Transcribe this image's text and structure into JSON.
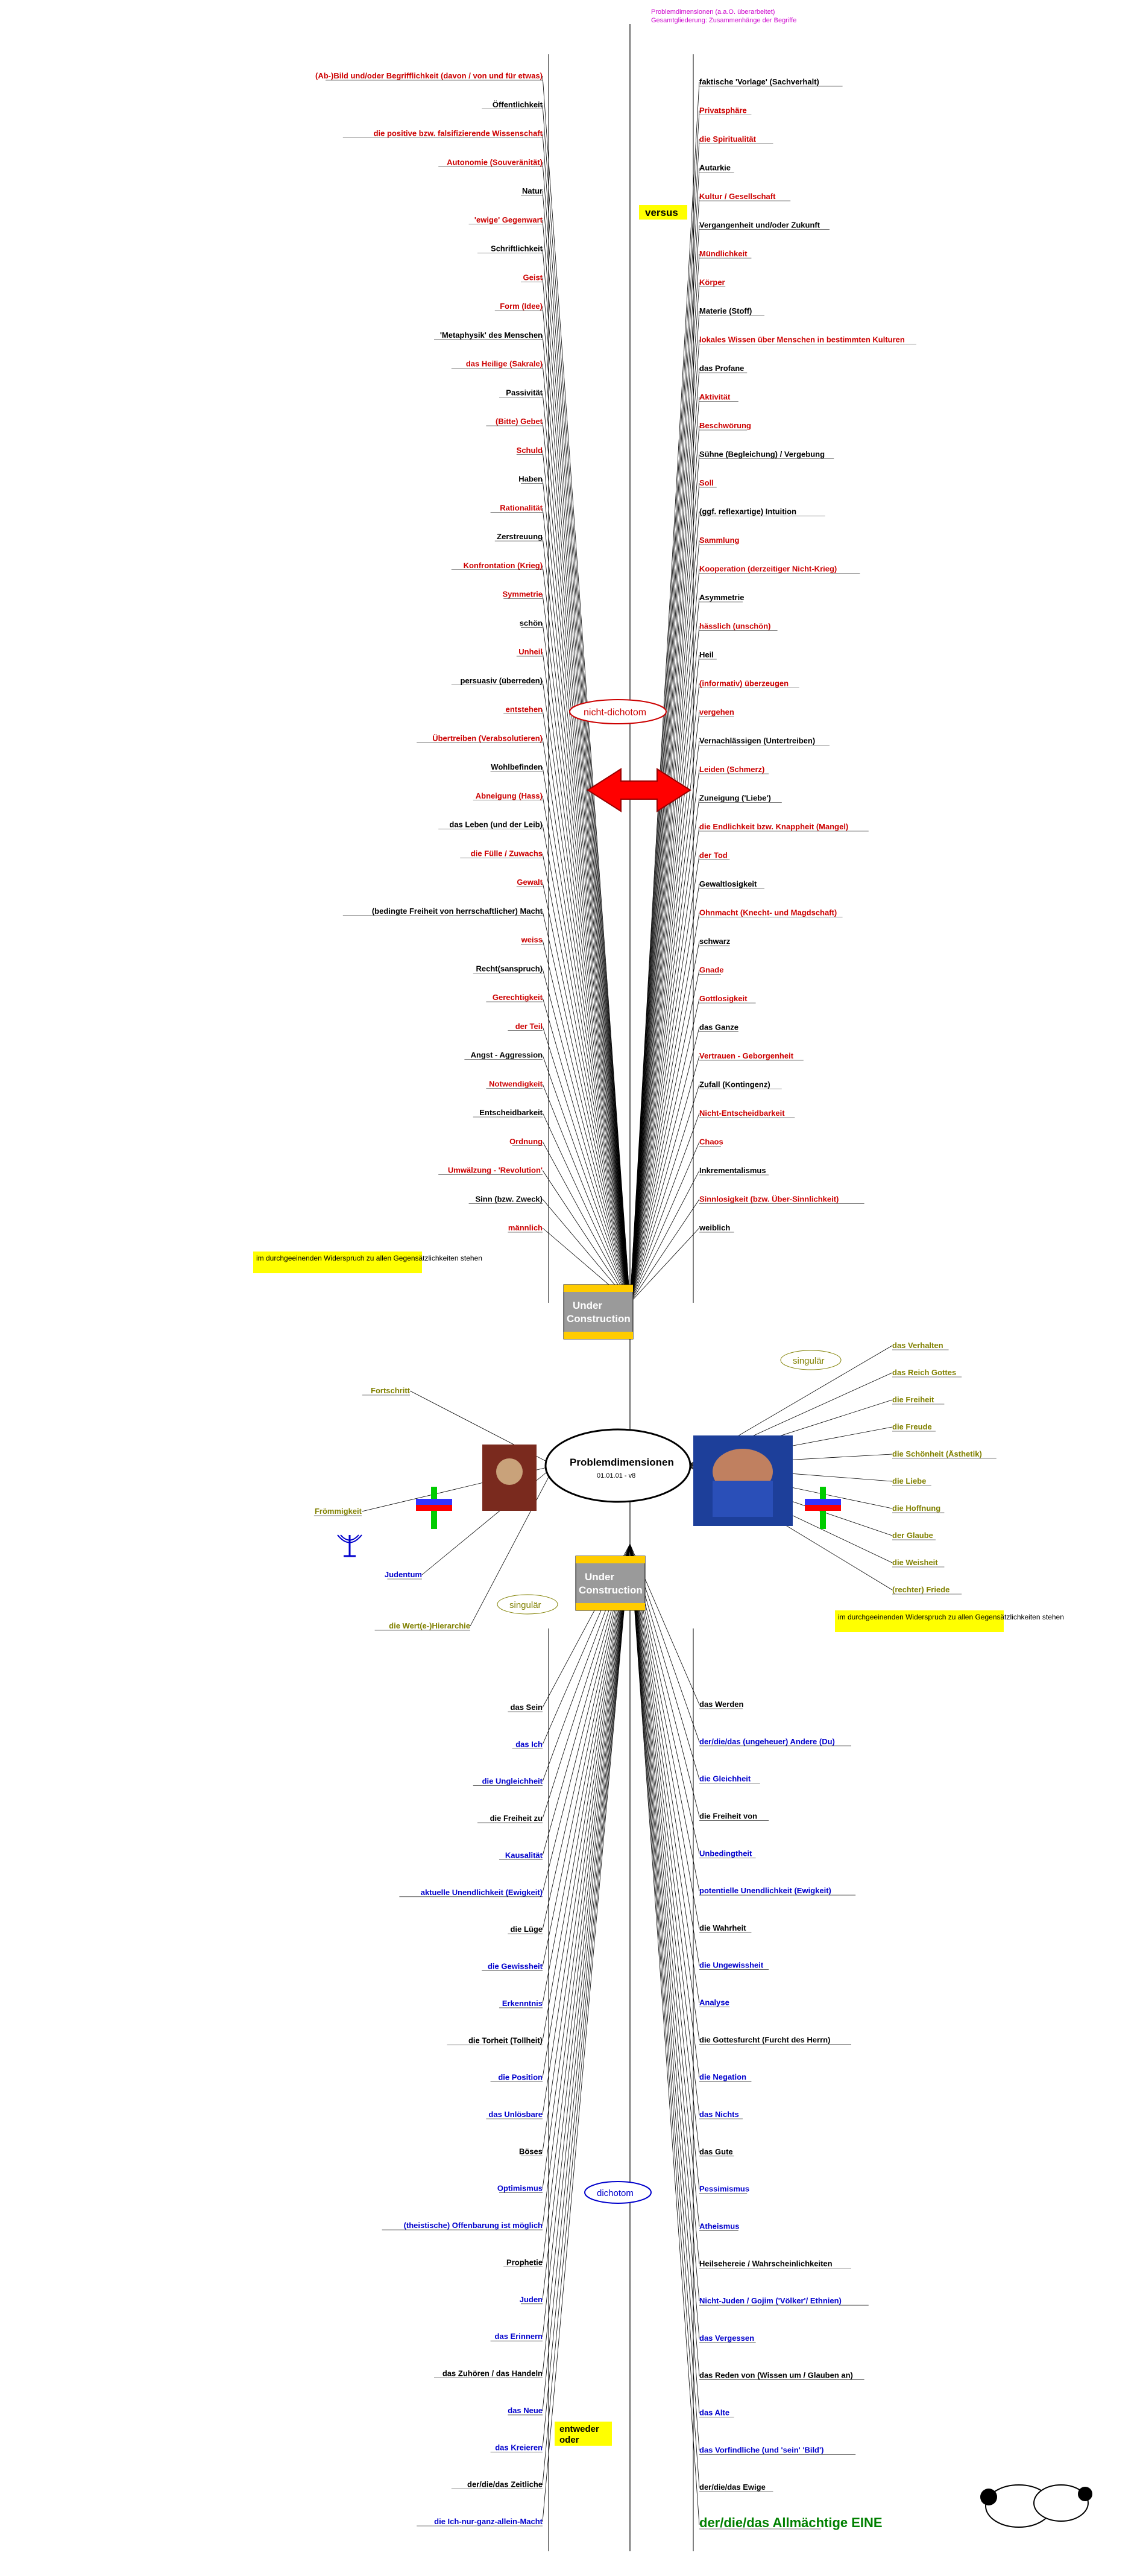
{
  "header": {
    "line1": "Problemdimensionen (a.a.O. überarbeitet)",
    "line2": "Gesamtgliederung: Zusammenhänge der Begriffe"
  },
  "center": {
    "title": "Problemdimensionen",
    "date": "01.01.01 - v8"
  },
  "tags": {
    "versus": "versus",
    "entweder_oder": "entweder oder",
    "nicht_dichotom": "nicht-dichotom",
    "dichotom": "dichotom",
    "singular": "singulär",
    "under_construction": "Under Construction"
  },
  "callouts": {
    "left": "im durchgeeinenden Widerspruch zu allen Gegensätzlichkeiten stehen",
    "right": "im durchgeeinenden Widerspruch zu allen Gegensätzlichkeiten stehen"
  },
  "colors": {
    "red": "#cc0000",
    "olive": "#808000",
    "blue": "#0000cc",
    "green": "#008000",
    "black": "#000000"
  },
  "left_upper": [
    "(Ab-)Bild und/oder Begrifflichkeit (davon / von und für etwas)",
    "Öffentlichkeit",
    "die positive bzw. falsifizierende Wissenschaft",
    "Autonomie (Souveränität)",
    "Natur",
    "'ewige' Gegenwart",
    "Schriftlichkeit",
    "Geist",
    "Form (Idee)",
    "'Metaphysik' des Menschen",
    "das Heilige (Sakrale)",
    "Passivität",
    "(Bitte) Gebet",
    "Schuld",
    "Haben",
    "Rationalität",
    "Zerstreuung",
    "Konfrontation (Krieg)",
    "Symmetrie",
    "schön",
    "Unheil",
    "persuasiv (überreden)",
    "entstehen",
    "Übertreiben (Verabsolutieren)",
    "Wohlbefinden",
    "Abneigung (Hass)",
    "das Leben (und der Leib)",
    "die Fülle / Zuwachs",
    "Gewalt",
    "(bedingte Freiheit von herrschaftlicher) Macht",
    "weiss",
    "Recht(sanspruch)",
    "Gerechtigkeit",
    "der Teil",
    "Angst - Aggression",
    "Notwendigkeit",
    "Entscheidbarkeit",
    "Ordnung",
    "Umwälzung - 'Revolution'",
    "Sinn (bzw. Zweck)",
    "männlich"
  ],
  "right_upper": [
    "faktische 'Vorlage' (Sachverhalt)",
    "Privatsphäre",
    "die Spiritualität",
    "Autarkie",
    "Kultur / Gesellschaft",
    "Vergangenheit und/oder Zukunft",
    "Mündlichkeit",
    "Körper",
    "Materie (Stoff)",
    "lokales Wissen über Menschen in bestimmten Kulturen",
    "das Profane",
    "Aktivität",
    "Beschwörung",
    "Sühne (Begleichung) / Vergebung",
    "Soll",
    "(ggf. reflexartige) Intuition",
    "Sammlung",
    "Kooperation (derzeitiger Nicht-Krieg)",
    "Asymmetrie",
    "hässlich (unschön)",
    "Heil",
    "(informativ) überzeugen",
    "vergehen",
    "Vernachlässigen (Untertreiben)",
    "Leiden (Schmerz)",
    "Zuneigung ('Liebe')",
    "die Endlichkeit bzw. Knappheit (Mangel)",
    "der Tod",
    "Gewaltlosigkeit",
    "Ohnmacht (Knecht- und Magdschaft)",
    "schwarz",
    "Gnade",
    "Gottlosigkeit",
    "das Ganze",
    "Vertrauen - Geborgenheit",
    "Zufall (Kontingenz)",
    "Nicht-Entscheidbarkeit",
    "Chaos",
    "Inkrementalismus",
    "Sinnlosigkeit (bzw. Über-Sinnlichkeit)",
    "weiblich"
  ],
  "left_middle": [
    "Fortschritt",
    "Frömmigkeit",
    "Judentum",
    "die Wert(e-)Hierarchie"
  ],
  "right_middle": [
    "das Verhalten",
    "das Reich Gottes",
    "die Freiheit",
    "die Freude",
    "die Schönheit (Ästhetik)",
    "die Liebe",
    "die Hoffnung",
    "der Glaube",
    "die Weisheit",
    "(rechter) Friede"
  ],
  "left_lower": [
    "das Sein",
    "das Ich",
    "die Ungleichheit",
    "die Freiheit zu",
    "Kausalität",
    "aktuelle Unendlichkeit (Ewigkeit)",
    "die Lüge",
    "die Gewissheit",
    "Erkenntnis",
    "die Torheit (Tollheit)",
    "die Position",
    "das Unlösbare",
    "Böses",
    "Optimismus",
    "(theistische) Offenbarung ist möglich",
    "Prophetie",
    "Juden",
    "das Erinnern",
    "das Zuhören / das Handeln",
    "das Neue",
    "das Kreieren",
    "der/die/das Zeitliche",
    "die Ich-nur-ganz-allein-Macht"
  ],
  "right_lower": [
    "das Werden",
    "der/die/das (ungeheuer) Andere (Du)",
    "die Gleichheit",
    "die Freiheit von",
    "Unbedingtheit",
    "potentielle Unendlichkeit (Ewigkeit)",
    "die Wahrheit",
    "die Ungewissheit",
    "Analyse",
    "die Gottesfurcht (Furcht des Herrn)",
    "die Negation",
    "das Nichts",
    "das Gute",
    "Pessimismus",
    "Atheismus",
    "Heilsehereie / Wahrscheinlichkeiten",
    "Nicht-Juden / Gojim ('Völker'/ Ethnien)",
    "das Vergessen",
    "das Reden von (Wissen um / Glauben an)",
    "das Alte",
    "das Vorfindliche (und 'sein' 'Bild')",
    "der/die/das Ewige",
    "der/die/das Allmächtige EINE"
  ]
}
